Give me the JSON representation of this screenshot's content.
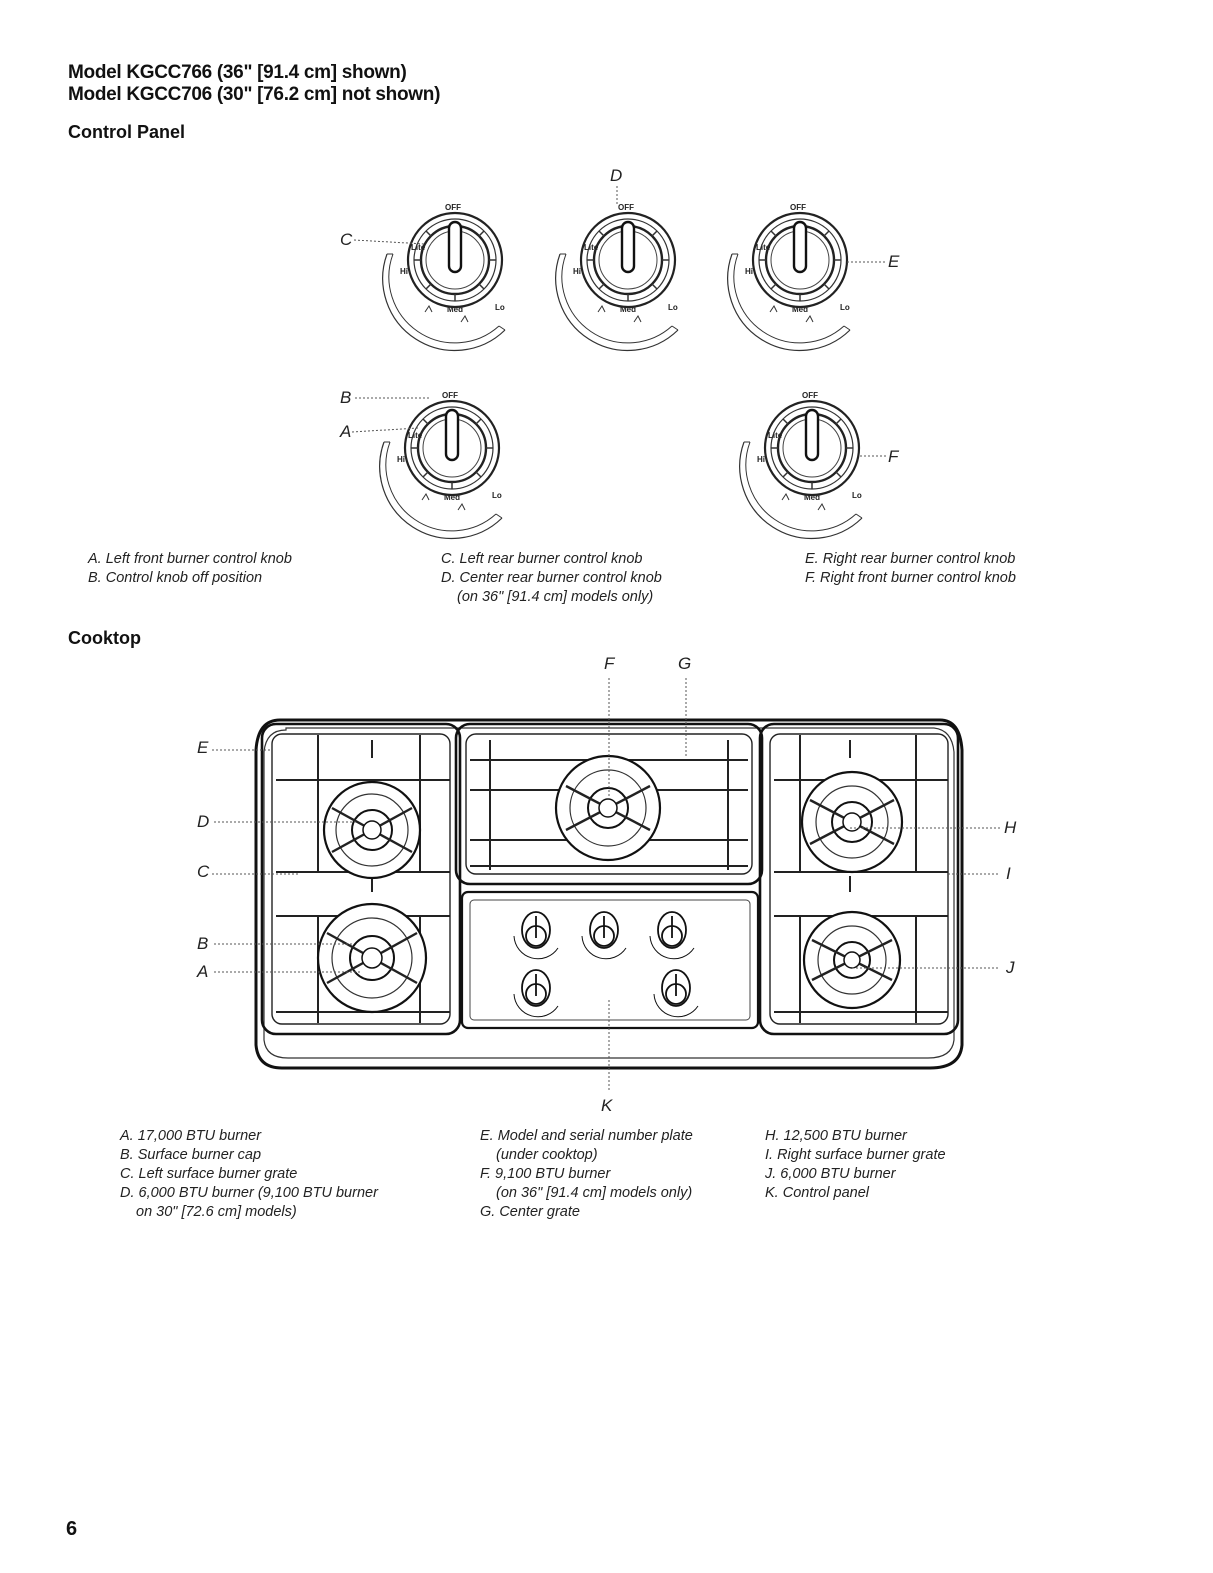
{
  "header": {
    "line1": "Model KGCC766 (36\" [91.4 cm] shown)",
    "line2": "Model KGCC706 (30\" [76.2 cm] not shown)"
  },
  "control_panel": {
    "heading": "Control Panel",
    "knob_labels": {
      "off": "OFF",
      "lite": "Lite",
      "hi": "Hi",
      "med": "Med",
      "lo": "Lo"
    },
    "callouts": [
      "A",
      "B",
      "C",
      "D",
      "E",
      "F"
    ],
    "captions": {
      "col1": [
        "A. Left front burner control knob",
        "B. Control knob off position"
      ],
      "col2": [
        "C. Left rear burner control knob",
        "D. Center rear burner control knob",
        "(on 36\" [91.4 cm] models only)"
      ],
      "col3": [
        "E. Right rear burner control knob",
        "F. Right front burner control knob"
      ]
    }
  },
  "cooktop": {
    "heading": "Cooktop",
    "callouts": [
      "A",
      "B",
      "C",
      "D",
      "E",
      "F",
      "G",
      "H",
      "I",
      "J",
      "K"
    ],
    "captions": {
      "col1": [
        "A. 17,000 BTU burner",
        "B. Surface burner cap",
        "C. Left surface burner grate",
        "D. 6,000 BTU burner (9,100 BTU burner",
        "on 30\" [72.6 cm] models)"
      ],
      "col2": [
        "E. Model and serial number plate",
        "(under cooktop)",
        "F. 9,100 BTU burner",
        "(on 36\" [91.4 cm] models only)",
        "G. Center grate"
      ],
      "col3": [
        "H. 12,500 BTU burner",
        "I. Right surface burner grate",
        "J. 6,000 BTU burner",
        "K. Control panel"
      ]
    }
  },
  "page_number": "6"
}
